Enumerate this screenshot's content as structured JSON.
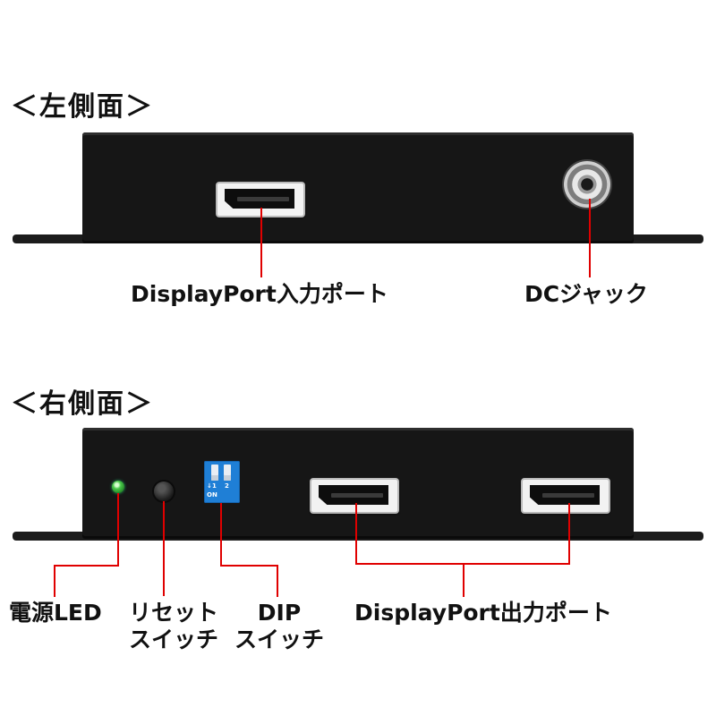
{
  "sections": {
    "left_side": {
      "heading": "＜左側面＞"
    },
    "right_side": {
      "heading": "＜右側面＞"
    }
  },
  "labels": {
    "dp_input": "DisplayPort入力ポート",
    "dc_jack": "DCジャック",
    "power_led": "電源LED",
    "reset_switch_line1": "リセット",
    "reset_switch_line2": "スイッチ",
    "dip_switch_line1": "DIP",
    "dip_switch_line2": "スイッチ",
    "dp_output": "DisplayPort出力ポート"
  },
  "dip_markings": {
    "num1": "1",
    "num2": "2",
    "on": "ON"
  },
  "colors": {
    "callout_line": "#e00000",
    "device_body": "#161616",
    "dip_switch": "#1f7fd6",
    "led": "#49c94a"
  },
  "icons": {
    "dp_port": "displayport-connector-icon",
    "dc_jack": "dc-power-jack-icon",
    "led": "led-indicator-icon",
    "reset": "reset-button-icon",
    "dip": "dip-switch-icon"
  }
}
